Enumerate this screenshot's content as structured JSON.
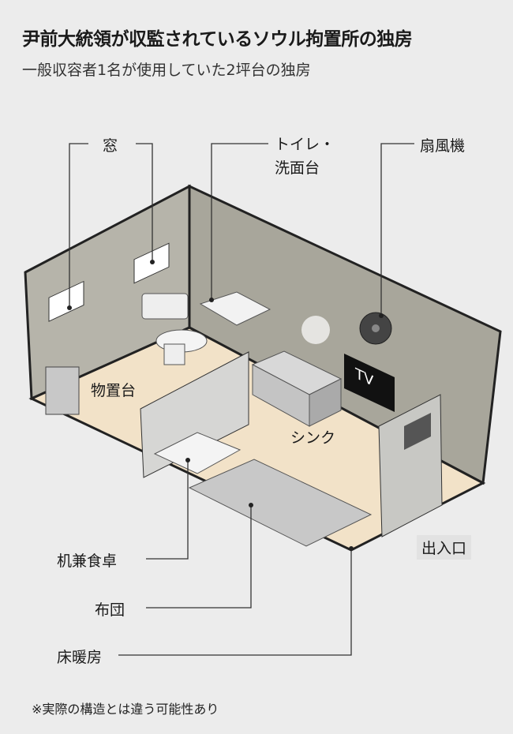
{
  "title": "尹前大統領が収監されているソウル拘置所の独房",
  "subtitle": "一般収容者1名が使用していた2坪台の独房",
  "labels": {
    "window": "窓",
    "toilet_line1": "トイレ・",
    "toilet_line2": "洗面台",
    "fan": "扇風機",
    "shelf": "物置台",
    "sink": "シンク",
    "tv": "TV",
    "exit": "出入口",
    "desk": "机兼食卓",
    "futon": "布団",
    "floor_heating": "床暖房"
  },
  "note": "※実際の構造とは違う可能性あり",
  "colors": {
    "background": "#ececec",
    "wall_left": "#b6b4aa",
    "wall_right": "#a8a69b",
    "floor": "#f2e2c8",
    "partition": "#d6d6d4"
  }
}
